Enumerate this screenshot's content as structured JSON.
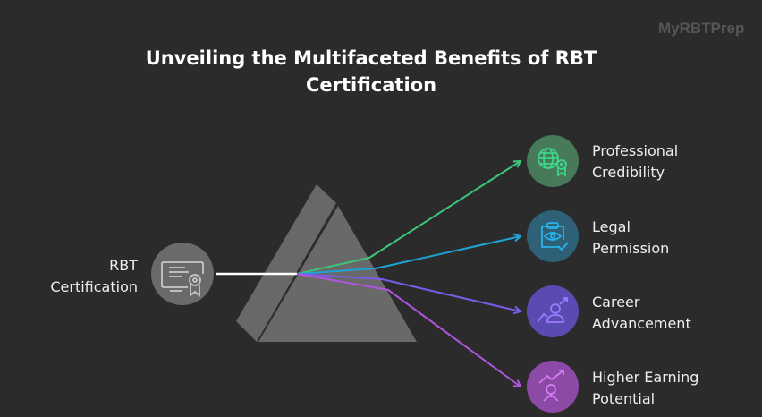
{
  "watermark": "MyRBTPrep",
  "title_line1": "Unveiling the Multifaceted Benefits of RBT",
  "title_line2": "Certification",
  "source": {
    "line1": "RBT",
    "line2": "Certification",
    "icon": "certificate-icon"
  },
  "outputs": [
    {
      "line1": "Professional",
      "line2": "Credibility",
      "icon": "globe-award-icon",
      "color": "#3dc67a",
      "fill": "#467a59"
    },
    {
      "line1": "Legal",
      "line2": "Permission",
      "icon": "clipboard-eye-icon",
      "color": "#1fa3d6",
      "fill": "#2e6077"
    },
    {
      "line1": "Career",
      "line2": "Advancement",
      "icon": "person-growth-icon",
      "color": "#7b5ce8",
      "fill": "#5a4bb3"
    },
    {
      "line1": "Higher Earning",
      "line2": "Potential",
      "icon": "person-trend-icon",
      "color": "#b155e0",
      "fill": "#8a4aa6"
    }
  ]
}
